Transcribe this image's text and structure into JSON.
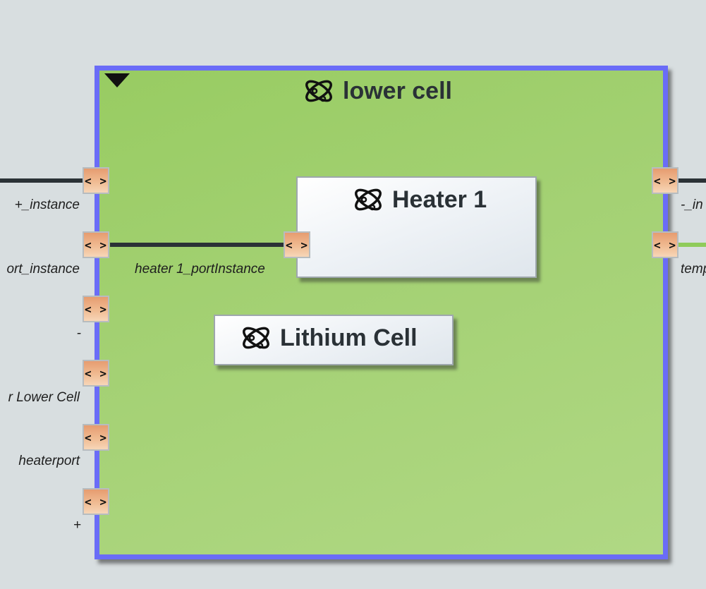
{
  "block": {
    "title": "lower cell",
    "icon": "atom-icon",
    "collapse_icon": "triangle-down-icon",
    "border_color": "#6a6cf7",
    "fill_color": "#a4d174"
  },
  "parts": {
    "heater": {
      "title": "Heater 1",
      "icon": "atom-icon"
    },
    "lithium": {
      "title": "Lithium Cell",
      "icon": "atom-icon"
    }
  },
  "port_glyph": "< >",
  "ports": {
    "left": [
      {
        "label": "+_instance"
      },
      {
        "label": "ort_instance"
      },
      {
        "label": "-"
      },
      {
        "label": "r Lower Cell"
      },
      {
        "label": "heaterport"
      },
      {
        "label": "+"
      }
    ],
    "right": [
      {
        "label": "-_in"
      },
      {
        "label": "temp"
      }
    ],
    "heater": {
      "label": "heater 1_portInstance"
    }
  },
  "connector_colors": {
    "dark": "#2b3236",
    "green": "#8fcb5a"
  }
}
